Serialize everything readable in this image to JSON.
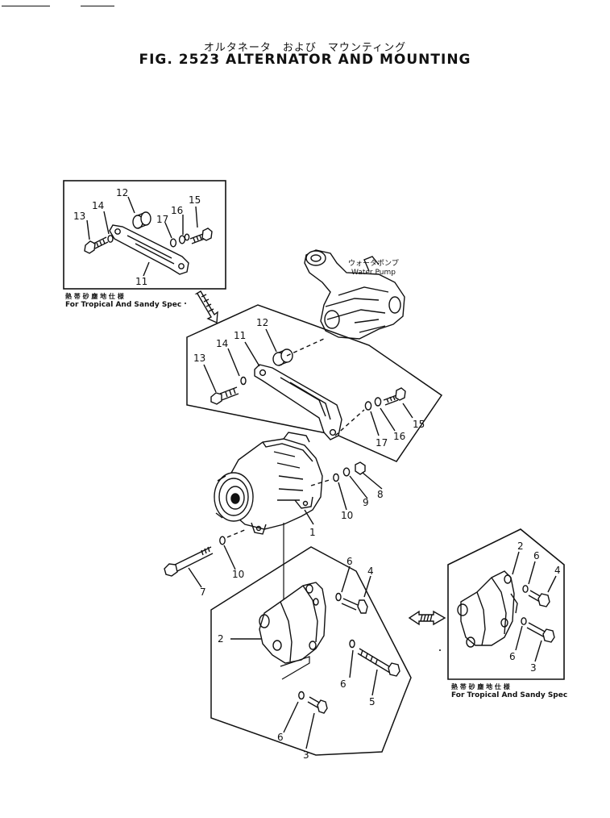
{
  "header": {
    "title_jp": "オルタネータ　および　マウンティング",
    "title": "FIG. 2523  ALTERNATOR AND MOUNTING"
  },
  "inset_top": {
    "caption_jp": "熱 帯 砂 塵 地 仕 様",
    "caption": "For Tropical And Sandy Spec",
    "labels": [
      "12",
      "14",
      "13",
      "17",
      "16",
      "15",
      "11"
    ]
  },
  "water_pump": {
    "label_jp": "ウォータポンプ",
    "label": "Water Pump"
  },
  "bracket_group": {
    "labels": [
      "12",
      "11",
      "14",
      "13",
      "15",
      "16",
      "17"
    ]
  },
  "alternator_group": {
    "labels": [
      "8",
      "9",
      "10",
      "1",
      "7",
      "10"
    ]
  },
  "mount_group": {
    "labels": [
      "6",
      "4",
      "2",
      "6",
      "5",
      "6",
      "3"
    ]
  },
  "inset_right": {
    "caption_jp": "熱 帯 砂 塵 地 仕 様",
    "caption": "For Tropical And Sandy Spec",
    "labels": [
      "2",
      "6",
      "4",
      "6",
      "3"
    ]
  }
}
